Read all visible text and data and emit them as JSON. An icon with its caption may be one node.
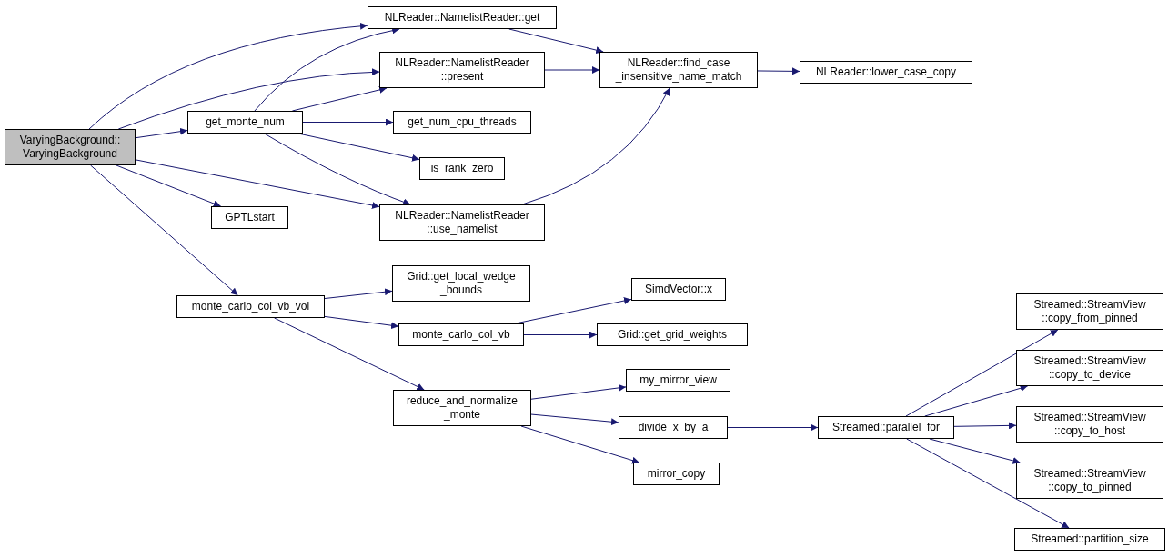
{
  "diagram": {
    "nodes": [
      {
        "text": [
          "VaryingBackground:: VaryingBackground"
        ]
      },
      {
        "text": [
          "NLReader::NamelistReader::get"
        ]
      },
      {
        "text": [
          "NLReader::NamelistReader ::present"
        ]
      },
      {
        "text": [
          "get_monte_num"
        ]
      },
      {
        "text": [
          "get_num_cpu_threads"
        ]
      },
      {
        "text": [
          "is_rank_zero"
        ]
      },
      {
        "text": [
          "GPTLstart"
        ]
      },
      {
        "text": [
          "NLReader::NamelistReader ::use_namelist"
        ]
      },
      {
        "text": [
          "NLReader::find_case _insensitive_name_match"
        ]
      },
      {
        "text": [
          "NLReader::lower_case_copy"
        ]
      },
      {
        "text": [
          "monte_carlo_col_vb_vol"
        ]
      },
      {
        "text": [
          "Grid::get_local_wedge _bounds"
        ]
      },
      {
        "text": [
          "monte_carlo_col_vb"
        ]
      },
      {
        "text": [
          "SimdVector::x"
        ]
      },
      {
        "text": [
          "Grid::get_grid_weights"
        ]
      },
      {
        "text": [
          "reduce_and_normalize _monte"
        ]
      },
      {
        "text": [
          "my_mirror_view"
        ]
      },
      {
        "text": [
          "divide_x_by_a"
        ]
      },
      {
        "text": [
          "mirror_copy"
        ]
      },
      {
        "text": [
          "Streamed::parallel_for"
        ]
      },
      {
        "text": [
          "Streamed::StreamView ::copy_from_pinned"
        ]
      },
      {
        "text": [
          "Streamed::StreamView ::copy_to_device"
        ]
      },
      {
        "text": [
          "Streamed::StreamView ::copy_to_host"
        ]
      },
      {
        "text": [
          "Streamed::StreamView ::copy_to_pinned"
        ]
      },
      {
        "text": [
          "Streamed::partition_size"
        ]
      }
    ],
    "edges": [
      {
        "from": 0,
        "to": 1,
        "arrow": "to"
      },
      {
        "from": 0,
        "to": 2,
        "arrow": "to"
      },
      {
        "from": 0,
        "to": 3,
        "arrow": "to"
      },
      {
        "from": 0,
        "to": 7,
        "arrow": "to"
      },
      {
        "from": 0,
        "to": 6,
        "arrow": "to"
      },
      {
        "from": 0,
        "to": 10,
        "arrow": "to"
      },
      {
        "from": 3,
        "to": 1,
        "arrow": "to"
      },
      {
        "from": 3,
        "to": 2,
        "arrow": "to"
      },
      {
        "from": 3,
        "to": 4,
        "arrow": "to"
      },
      {
        "from": 3,
        "to": 5,
        "arrow": "to"
      },
      {
        "from": 3,
        "to": 7,
        "arrow": "to"
      },
      {
        "from": 1,
        "to": 8,
        "arrow": "to"
      },
      {
        "from": 2,
        "to": 8,
        "arrow": "to"
      },
      {
        "from": 7,
        "to": 8,
        "arrow": "to"
      },
      {
        "from": 8,
        "to": 9,
        "arrow": "to"
      },
      {
        "from": 10,
        "to": 11,
        "arrow": "to"
      },
      {
        "from": 10,
        "to": 12,
        "arrow": "to"
      },
      {
        "from": 10,
        "to": 15,
        "arrow": "to"
      },
      {
        "from": 12,
        "to": 13,
        "arrow": "to"
      },
      {
        "from": 12,
        "to": 14,
        "arrow": "to"
      },
      {
        "from": 15,
        "to": 16,
        "arrow": "to"
      },
      {
        "from": 15,
        "to": 17,
        "arrow": "to"
      },
      {
        "from": 15,
        "to": 18,
        "arrow": "to"
      },
      {
        "from": 17,
        "to": 19,
        "arrow": "to"
      },
      {
        "from": 19,
        "to": 20,
        "arrow": "to"
      },
      {
        "from": 19,
        "to": 21,
        "arrow": "to"
      },
      {
        "from": 19,
        "to": 22,
        "arrow": "to"
      },
      {
        "from": 19,
        "to": 23,
        "arrow": "to"
      },
      {
        "from": 19,
        "to": 24,
        "arrow": "to"
      }
    ]
  }
}
